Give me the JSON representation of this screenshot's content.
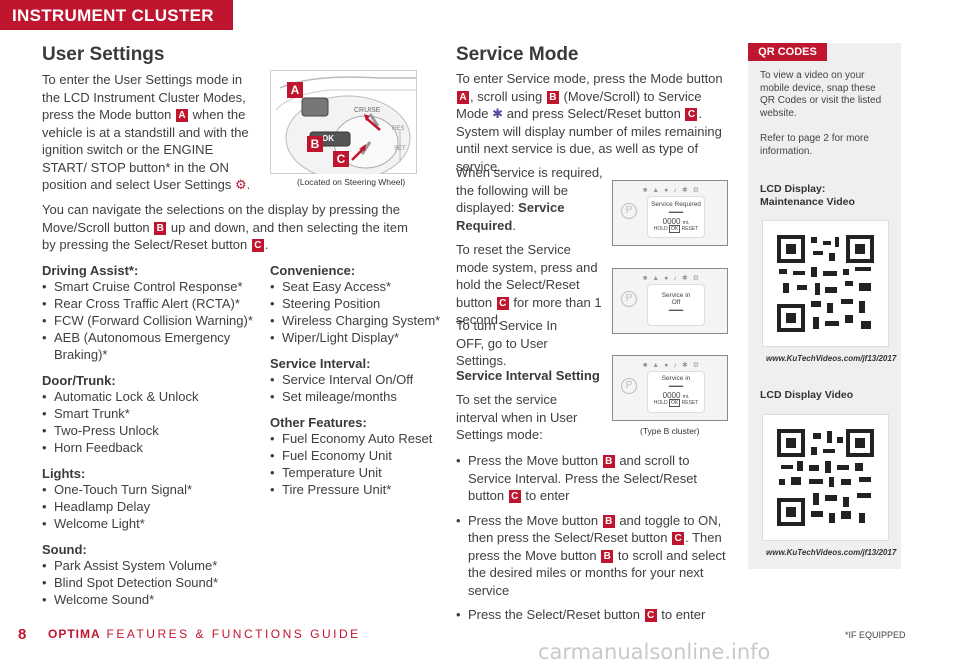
{
  "header": {
    "tab_label": "INSTRUMENT CLUSTER"
  },
  "user_settings": {
    "title": "User Settings",
    "intro_1": "To enter the User Settings mode in the LCD Instrument Cluster Modes, press the Mode button",
    "intro_2": "when the vehicle is at a standstill and with the ignition switch or the ENGINE START/ STOP button* in the ON position and select User Settings",
    "nav_1": "You can navigate the selections on the display by pressing the Move/Scroll button",
    "nav_2": "up and down, and then selecting the item by pressing the Select/Reset button",
    "wheel_caption": "(Located on Steering Wheel)",
    "wheel_labels": {
      "cruise": "CRUISE",
      "res": "RES",
      "set": "SET",
      "ok": "OK"
    },
    "col1": [
      {
        "heading": "Driving Assist*:",
        "items": [
          "Smart Cruise Control Response*",
          "Rear Cross Traffic Alert (RCTA)*",
          "FCW (Forward Collision Warning)*",
          "AEB (Autonomous Emergency Braking)*"
        ]
      },
      {
        "heading": "Door/Trunk:",
        "items": [
          "Automatic Lock & Unlock",
          "Smart Trunk*",
          "Two-Press Unlock",
          "Horn Feedback"
        ]
      },
      {
        "heading": "Lights:",
        "items": [
          "One-Touch Turn Signal*",
          "Headlamp Delay",
          "Welcome Light*"
        ]
      },
      {
        "heading": "Sound:",
        "items": [
          "Park Assist System Volume*",
          "Blind Spot Detection Sound*",
          "Welcome Sound*"
        ]
      }
    ],
    "col2": [
      {
        "heading": "Convenience:",
        "items": [
          "Seat Easy Access*",
          "Steering Position",
          "Wireless Charging System*",
          "Wiper/Light Display*"
        ]
      },
      {
        "heading": "Service Interval:",
        "items": [
          "Service Interval On/Off",
          "Set mileage/months"
        ]
      },
      {
        "heading": "Other Features:",
        "items": [
          "Fuel Economy Auto Reset",
          "Fuel Economy Unit",
          "Temperature Unit",
          "Tire Pressure Unit*"
        ]
      }
    ]
  },
  "badges": {
    "a": "A",
    "b": "B",
    "c": "C"
  },
  "service_mode": {
    "title": "Service Mode",
    "p1_a": "To enter Service mode, press the Mode button",
    "p1_b": ", scroll using",
    "p1_c": "(Move/Scroll) to Service Mode",
    "p1_d": "and press Select/Reset button",
    "p1_e": ". System will display number of miles remaining until next service is due, as well as type of service.",
    "p2_a": "When service is required, the following will be displayed:",
    "p2_b": "Service Required",
    "p3_a": "To reset the Service mode system, press and hold the Select/Reset button",
    "p3_b": "for more than 1 second.",
    "p4": "To turn Service In OFF, go to User Settings.",
    "interval_heading": "Service Interval Setting",
    "interval_text": "To set the service interval when in User Settings mode:",
    "bullets": [
      [
        "Press the Move button",
        "b",
        "and scroll to Service Interval. Press the Select/Reset button",
        "c",
        "to enter"
      ],
      [
        "Press the Move button",
        "b",
        "and toggle to ON, then press the Select/Reset button",
        "c",
        ". Then press the Move button",
        "b",
        "to scroll and select the desired miles or months for your next service"
      ],
      [
        "Press the Select/Reset button",
        "c",
        "to enter"
      ]
    ],
    "screens": [
      {
        "line1": "Service Required",
        "value": "0000",
        "unit": "mi.",
        "hold": "HOLD",
        "ok": "OK",
        "reset": "RESET"
      },
      {
        "line1": "Service in",
        "line2": "Off"
      },
      {
        "line1": "Service in",
        "value": "0000",
        "unit": "mi.",
        "hold": "HOLD",
        "ok": "OK",
        "reset": "RESET"
      }
    ],
    "screen_p": "P",
    "cluster_caption": "(Type B cluster)"
  },
  "qr": {
    "tab": "QR CODES",
    "intro": "To view a video on your mobile device, snap these QR Codes or visit the listed website.",
    "refer": "Refer to page 2 for more information.",
    "items": [
      {
        "label": "LCD Display: Maintenance Video",
        "url": "www.KuTechVideos.com/jf13/2017"
      },
      {
        "label": "LCD Display Video",
        "url": "www.KuTechVideos.com/jf13/2017"
      }
    ]
  },
  "footer": {
    "page": "8",
    "brand": "OPTIMA",
    "guide": "FEATURES & FUNCTIONS GUIDE",
    "note": "*IF EQUIPPED",
    "watermark": "carmanualsonline.info"
  },
  "colors": {
    "accent": "#c0152f",
    "panel": "#efefef"
  }
}
